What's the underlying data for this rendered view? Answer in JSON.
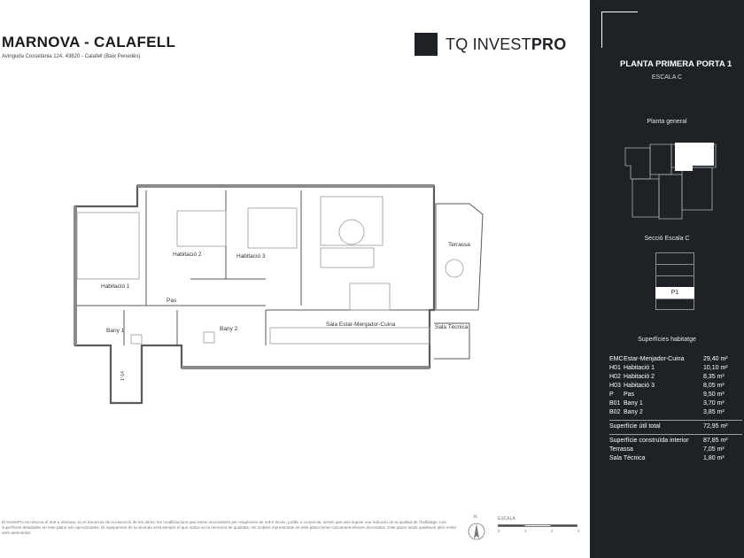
{
  "header": {
    "title": "MARNOVA - CALAFELL",
    "address": "Avinguda Cossetània 124, 43820 - Calafell (Baix Penedès)"
  },
  "logo": {
    "text_light": "TQ INVEST",
    "text_bold": "PRO"
  },
  "plan_labels": {
    "habitacio1": "Habitació 1",
    "habitacio2": "Habitació 2",
    "habitacio3": "Habitació 3",
    "pas": "Pas",
    "bany1": "Bany 1",
    "bany2": "Bany 2",
    "sala": "Sala Estar-Menjador-Cuina",
    "terrassa": "Terrassa",
    "sala_tecnica": "Sala Tècnica",
    "door_code": "1'-14"
  },
  "disclaimer": "El InvestPro es reserva el dret a efectuar, en el transcurs de la execució de les obres, les modificacions que estimi necessàries per exigències de ordre tècnic, jurídic o comercial, sense que això suposi una reducció de la qualitat de l'habitatge. Les superfícies detallades en este plano són aproximades. El equipament de la vivenda serà sempre el que indica en la memòria de qualitats; els mobles representats en este plano tenen únicament efectes decoratius. Este plano anula qualsevol altre emitit amb anterioritat.",
  "north_label": "N",
  "scale": {
    "label": "ESCALA",
    "ticks": [
      "0",
      "1",
      "2",
      "3"
    ]
  },
  "panel": {
    "title": "PLANTA PRIMERA PORTA 1",
    "subtitle": "ESCALA C",
    "planta_general_label": "Planta general",
    "seccio_label": "Secció Escala C",
    "floor_marker": "P1",
    "superficies_label": "Superfícies habitatge",
    "rooms": [
      {
        "code": "EMC",
        "name": "Estar-Menjador-Cuina",
        "area": "29,40 m²"
      },
      {
        "code": "H01",
        "name": "Habitació 1",
        "area": "10,10 m²"
      },
      {
        "code": "H02",
        "name": "Habitació 2",
        "area": "8,35 m²"
      },
      {
        "code": "H03",
        "name": "Habitació 3",
        "area": "8,05 m²"
      },
      {
        "code": "P",
        "name": "Pas",
        "area": "9,50 m²"
      },
      {
        "code": "B01",
        "name": "Bany 1",
        "area": "3,70 m²"
      },
      {
        "code": "B02",
        "name": "Bany 2",
        "area": "3,85 m²"
      }
    ],
    "util_total": {
      "label": "Superfície útil total",
      "value": "72,95 m²"
    },
    "construida": {
      "label": "Superfície construïda interior",
      "value": "87,85 m²"
    },
    "terrassa": {
      "label": "Terrassa",
      "value": "7,05 m²"
    },
    "sala_tecnica": {
      "label": "Sala Tècnica",
      "value": "1,80 m²"
    }
  },
  "colors": {
    "panel_bg": "#1e2126",
    "wall": "#5a5a5a",
    "accent": "#ffffff"
  }
}
